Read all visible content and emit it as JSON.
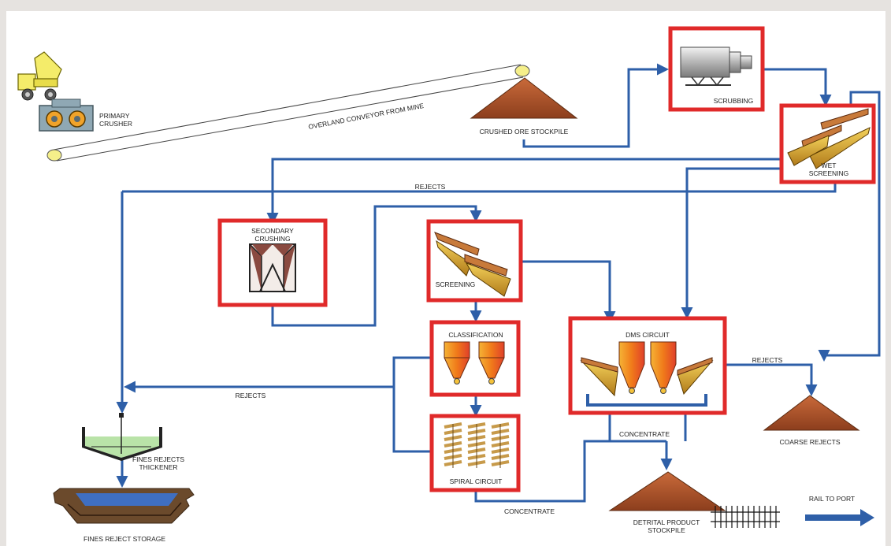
{
  "colors": {
    "flow_line": "#2e5fa8",
    "process_box_border": "#e02a2a",
    "stockpile": "#b8552c",
    "cyclone": "#f0901e",
    "thickener_liquid": "#b9e3a8",
    "water": "#3f6fc2"
  },
  "labels": {
    "primary_crusher": "PRIMARY\nCRUSHER",
    "overland_conveyor": "OVERLAND CONVEYOR FROM MINE",
    "crushed_ore_stockpile": "CRUSHED ORE STOCKPILE",
    "scrubbing": "SCRUBBING",
    "wet_screening": "WET\nSCREENING",
    "rejects_top": "REJECTS",
    "secondary_crushing": "SECONDARY\nCRUSHING",
    "screening": "SCREENING",
    "classification": "CLASSIFICATION",
    "dms_circuit": "DMS CIRCUIT",
    "rejects_dms": "REJECTS",
    "rejects_left": "REJECTS",
    "spiral_circuit": "SPIRAL CIRCUIT",
    "concentrate_dms": "CONCENTRATE",
    "concentrate_bottom": "CONCENTRATE",
    "coarse_rejects": "COARSE REJECTS",
    "fines_rejects_thickener": "FINES REJECTS\nTHICKENER",
    "fines_reject_storage": "FINES REJECT STORAGE",
    "detrital_product_stockpile": "DETRITAL PRODUCT\nSTOCKPILE",
    "rail_to_port": "RAIL TO PORT"
  },
  "icons": {
    "truck": "dump-truck-icon",
    "crusher": "jaw-crusher-icon",
    "scrubber": "rotary-scrubber-icon",
    "screen": "vibrating-screen-icon",
    "cyclone": "cyclone-icon",
    "spiral": "spiral-concentrator-icon",
    "stockpile": "stockpile-icon",
    "thickener": "thickener-icon",
    "pond": "storage-pond-icon",
    "rail": "rail-track-icon"
  }
}
